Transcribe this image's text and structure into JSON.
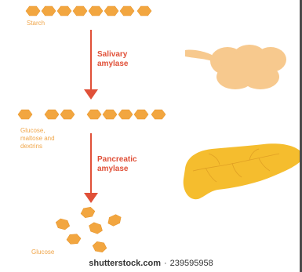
{
  "labels": {
    "starch": "Starch",
    "intermediate_line1": "Glucose,",
    "intermediate_line2": "maltose and",
    "intermediate_line3": "dextrins",
    "glucose": "Glucose"
  },
  "enzymes": {
    "salivary_line1": "Salivary",
    "salivary_line2": "amylase",
    "pancreatic_line1": "Pancreatic",
    "pancreatic_line2": "amylase"
  },
  "footer": {
    "brand": "shutterstock.com",
    "separator": "·",
    "image_number": "239595958"
  },
  "colors": {
    "hexagon": "#f2a640",
    "hexagon_stroke": "#e8962c",
    "arrow": "#e05038",
    "salivary_gland": "#f7c98e",
    "pancreas": "#f5bd2e",
    "pancreas_vein": "#e0a024"
  },
  "icons": [
    "starch-chain-icon",
    "oligosaccharide-fragments-icon",
    "glucose-molecule-icon",
    "salivary-gland-icon",
    "pancreas-icon",
    "down-arrow-icon"
  ]
}
